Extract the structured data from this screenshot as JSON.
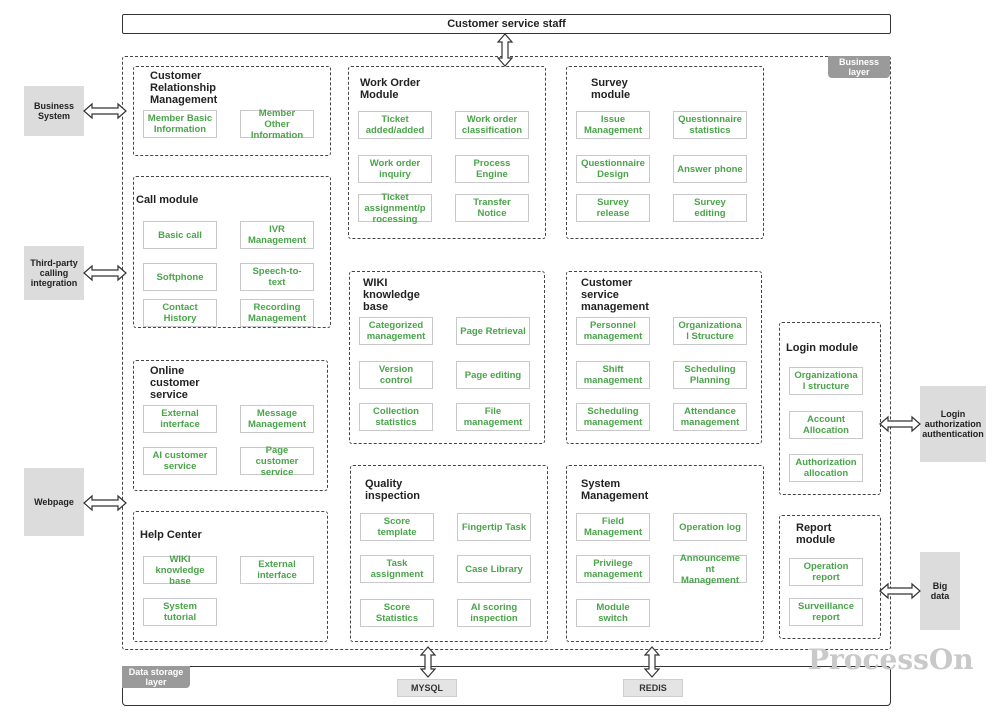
{
  "top_bar": "Customer service staff",
  "business_layer_tag": "Business\nlayer",
  "storage_layer_tag": "Data storage\nlayer",
  "watermark": "ProcessOn",
  "external": {
    "business_system": "Business\nSystem",
    "third_party": "Third-party\ncalling\nintegration",
    "webpage": "Webpage",
    "login_auth": "Login\nauthorization\nauthentication",
    "big_data": "Big\ndata"
  },
  "databases": {
    "mysql": "MYSQL",
    "redis": "REDIS"
  },
  "modules": {
    "crm": {
      "title": "Customer\nRelationship\nManagement",
      "items": [
        "Member Basic\nInformation",
        "Member\nOther\nInformation"
      ]
    },
    "call": {
      "title": "Call module",
      "items": [
        "Basic call",
        "IVR\nManagement",
        "Softphone",
        "Speech-to-\ntext",
        "Contact\nHistory",
        "Recording\nManagement"
      ]
    },
    "online": {
      "title": "Online\ncustomer\nservice",
      "items": [
        "External\ninterface",
        "Message\nManagement",
        "AI customer\nservice",
        "Page\ncustomer\nservice"
      ]
    },
    "help": {
      "title": "Help Center",
      "items": [
        "WIKI\nknowledge\nbase",
        "External\ninterface",
        "System\ntutorial"
      ]
    },
    "workorder": {
      "title": "Work Order\nModule",
      "items": [
        "Ticket\nadded/added",
        "Work order\nclassification",
        "Work order\ninquiry",
        "Process\nEngine",
        "Ticket\nassignment/p\nrocessing",
        "Transfer\nNotice"
      ]
    },
    "wiki": {
      "title": "WIKI\nknowledge\nbase",
      "items": [
        "Categorized\nmanagement",
        "Page Retrieval",
        "Version\ncontrol",
        "Page editing",
        "Collection\nstatistics",
        "File\nmanagement"
      ]
    },
    "quality": {
      "title": "Quality\ninspection",
      "items": [
        "Score\ntemplate",
        "Fingertip Task",
        "Task\nassignment",
        "Case Library",
        "Score\nStatistics",
        "AI scoring\ninspection"
      ]
    },
    "survey": {
      "title": "Survey\nmodule",
      "items": [
        "Issue\nManagement",
        "Questionnaire\nstatistics",
        "Questionnaire\nDesign",
        "Answer phone",
        "Survey\nrelease",
        "Survey\nediting"
      ]
    },
    "csm": {
      "title": "Customer\nservice\nmanagement",
      "items": [
        "Personnel\nmanagement",
        "Organizationa\nl Structure",
        "Shift\nmanagement",
        "Scheduling\nPlanning",
        "Scheduling\nmanagement",
        "Attendance\nmanagement"
      ]
    },
    "sysmgmt": {
      "title": "System\nManagement",
      "items": [
        "Field\nManagement",
        "Operation log",
        "Privilege\nmanagement",
        "Announceme\nnt\nManagement",
        "Module\nswitch"
      ]
    },
    "login": {
      "title": "Login module",
      "items": [
        "Organizationa\nl structure",
        "Account\nAllocation",
        "Authorization\nallocation"
      ]
    },
    "report": {
      "title": "Report\nmodule",
      "items": [
        "Operation\nreport",
        "Surveillance\nreport"
      ]
    }
  }
}
